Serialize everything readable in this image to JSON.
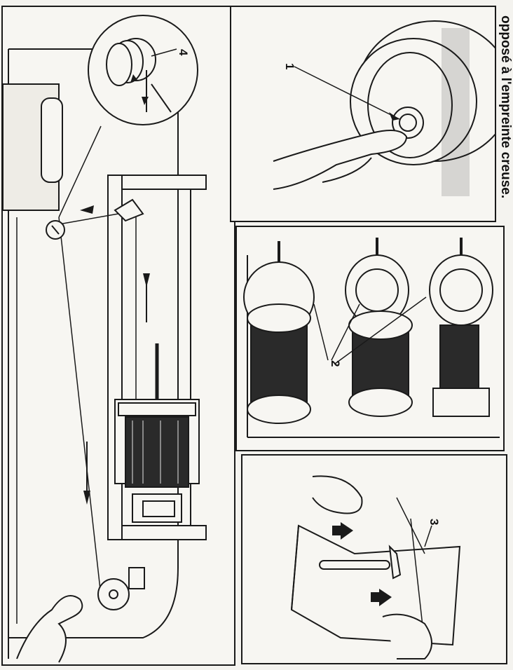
{
  "page": {
    "heading": "opposé à l'empreinte creuse."
  },
  "callouts": {
    "one": "1",
    "two": "2",
    "three": "3",
    "four": "4"
  }
}
